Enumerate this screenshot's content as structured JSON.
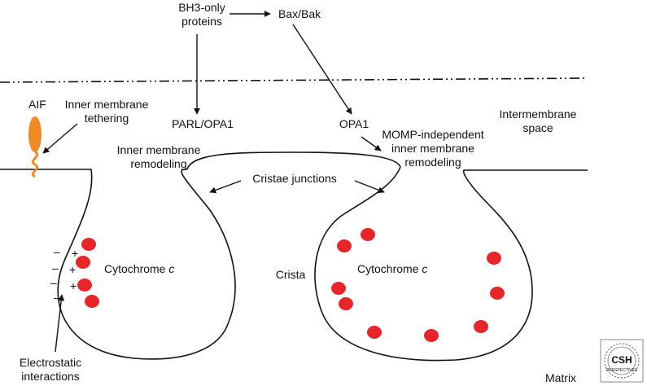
{
  "labels": {
    "bh3_line1": "BH3-only",
    "bh3_line2": "proteins",
    "bax_bak": "Bax/Bak",
    "aif": "AIF",
    "tether_line1": "Inner membrane",
    "tether_line2": "tethering",
    "parl_opa1": "PARL/OPA1",
    "opa1": "OPA1",
    "ims_line1": "Intermembrane",
    "ims_line2": "space",
    "imr_line1": "Inner membrane",
    "imr_line2": "remodeling",
    "momp_line1": "MOMP-independent",
    "momp_line2": "inner membrane",
    "momp_line3": "remodeling",
    "cristae_junctions": "Cristae junctions",
    "cyt_left": "Cytochrome",
    "cyt_right": "Cytochrome",
    "cyt_italic": "c",
    "crista": "Crista",
    "elec_line1": "Electrostatic",
    "elec_line2": "interactions",
    "matrix": "Matrix"
  },
  "charges": {
    "minus": "–",
    "plus": "+"
  },
  "logo": {
    "text": "CSH",
    "subtext": "PERSPECTIVES"
  },
  "colors": {
    "cytochrome": "#e8262a",
    "aif": "#f08a24",
    "line": "#111111"
  }
}
